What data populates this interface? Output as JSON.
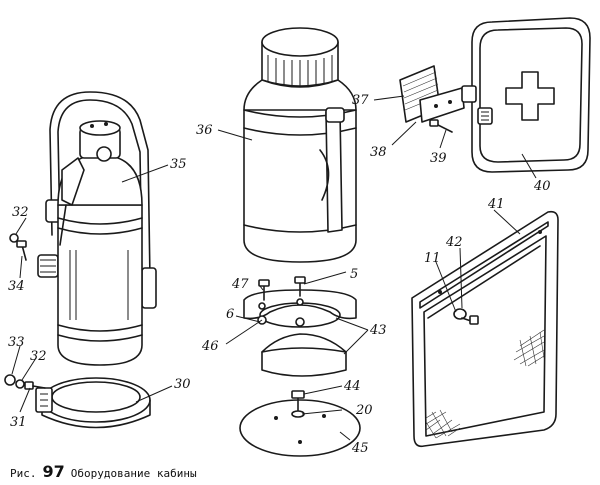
{
  "caption": {
    "prefix": "Рис.",
    "number": "97",
    "title": "Оборудование кабины"
  },
  "callouts": [
    {
      "id": "c5",
      "text": "5"
    },
    {
      "id": "c6",
      "text": "6"
    },
    {
      "id": "c11",
      "text": "11"
    },
    {
      "id": "c20",
      "text": "20"
    },
    {
      "id": "c30",
      "text": "30"
    },
    {
      "id": "c31",
      "text": "31"
    },
    {
      "id": "c32a",
      "text": "32"
    },
    {
      "id": "c32b",
      "text": "32"
    },
    {
      "id": "c33",
      "text": "33"
    },
    {
      "id": "c34",
      "text": "34"
    },
    {
      "id": "c35",
      "text": "35"
    },
    {
      "id": "c36",
      "text": "36"
    },
    {
      "id": "c37",
      "text": "37"
    },
    {
      "id": "c38",
      "text": "38"
    },
    {
      "id": "c39",
      "text": "39"
    },
    {
      "id": "c40",
      "text": "40"
    },
    {
      "id": "c41",
      "text": "41"
    },
    {
      "id": "c42",
      "text": "42"
    },
    {
      "id": "c43",
      "text": "43"
    },
    {
      "id": "c44",
      "text": "44"
    },
    {
      "id": "c45",
      "text": "45"
    },
    {
      "id": "c46",
      "text": "46"
    },
    {
      "id": "c47",
      "text": "47"
    }
  ]
}
